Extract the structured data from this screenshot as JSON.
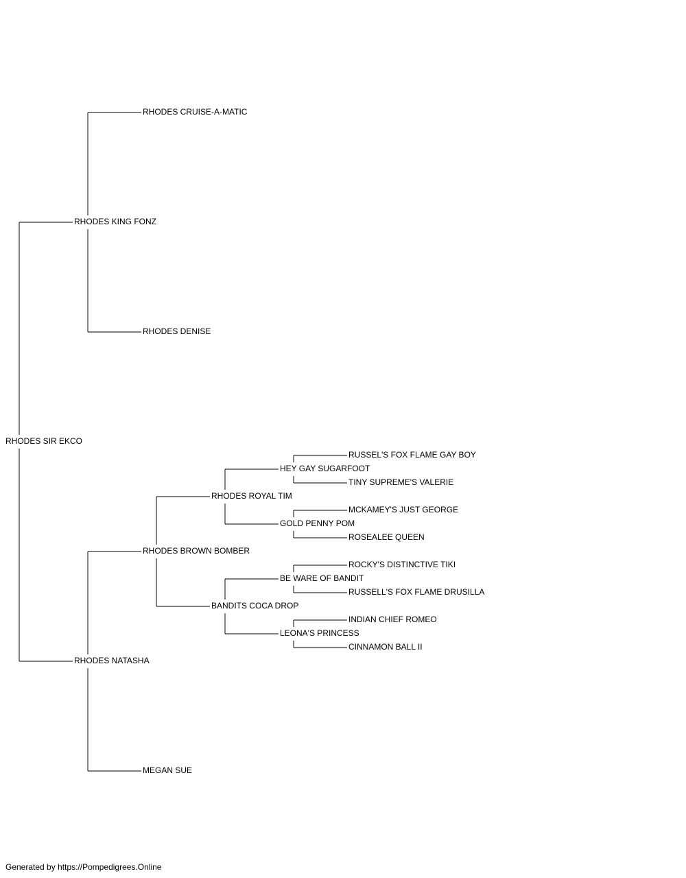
{
  "tree": {
    "name": "RHODES SIR EKCO",
    "sire": {
      "name": "RHODES KING FONZ",
      "sire": {
        "name": "RHODES CRUISE-A-MATIC"
      },
      "dam": {
        "name": "RHODES DENISE"
      }
    },
    "dam": {
      "name": "RHODES NATASHA",
      "sire": {
        "name": "RHODES BROWN BOMBER",
        "sire": {
          "name": "RHODES ROYAL TIM",
          "sire": {
            "name": "HEY GAY SUGARFOOT",
            "sire": {
              "name": "RUSSEL'S FOX FLAME GAY BOY"
            },
            "dam": {
              "name": "TINY SUPREME'S VALERIE"
            }
          },
          "dam": {
            "name": "GOLD PENNY POM",
            "sire": {
              "name": "MCKAMEY'S JUST GEORGE"
            },
            "dam": {
              "name": "ROSEALEE QUEEN"
            }
          }
        },
        "dam": {
          "name": "BANDITS COCA DROP",
          "sire": {
            "name": "BE WARE OF BANDIT",
            "sire": {
              "name": "ROCKY'S DISTINCTIVE TIKI"
            },
            "dam": {
              "name": "RUSSELL'S FOX FLAME DRUSILLA"
            }
          },
          "dam": {
            "name": "LEONA'S PRINCESS",
            "sire": {
              "name": "INDIAN CHIEF ROMEO"
            },
            "dam": {
              "name": "CINNAMON BALL II"
            }
          }
        }
      },
      "dam": {
        "name": "MEGAN SUE"
      }
    }
  },
  "footer": "Generated by https://Pompedigrees.Online",
  "colors": {
    "line": "#000000",
    "text": "#000000",
    "background": "#ffffff"
  }
}
